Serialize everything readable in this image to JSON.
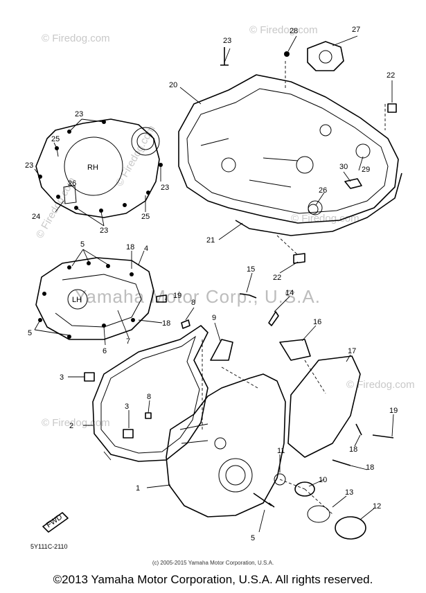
{
  "watermarks": {
    "site": "© Firedog.com",
    "company": "Yamaha Motor Corp., U.S.A."
  },
  "diagram_code": "5Y111C-2110",
  "fwd_label": "FWD",
  "cover_text_rh": "RH",
  "cover_text_lh": "LH",
  "callouts": [
    "1",
    "2",
    "3",
    "3",
    "4",
    "5",
    "5",
    "5",
    "6",
    "7",
    "8",
    "8",
    "9",
    "10",
    "11",
    "12",
    "13",
    "14",
    "15",
    "16",
    "17",
    "18",
    "18",
    "18",
    "18",
    "19",
    "19",
    "20",
    "21",
    "22",
    "22",
    "23",
    "23",
    "23",
    "23",
    "23",
    "24",
    "25",
    "25",
    "26",
    "26",
    "27",
    "28",
    "29",
    "30"
  ],
  "copyright_small": "(c) 2005-2015 Yamaha Motor Corporation, U.S.A.",
  "copyright_main": "©2013 Yamaha Motor Corporation, U.S.A. All rights reserved."
}
